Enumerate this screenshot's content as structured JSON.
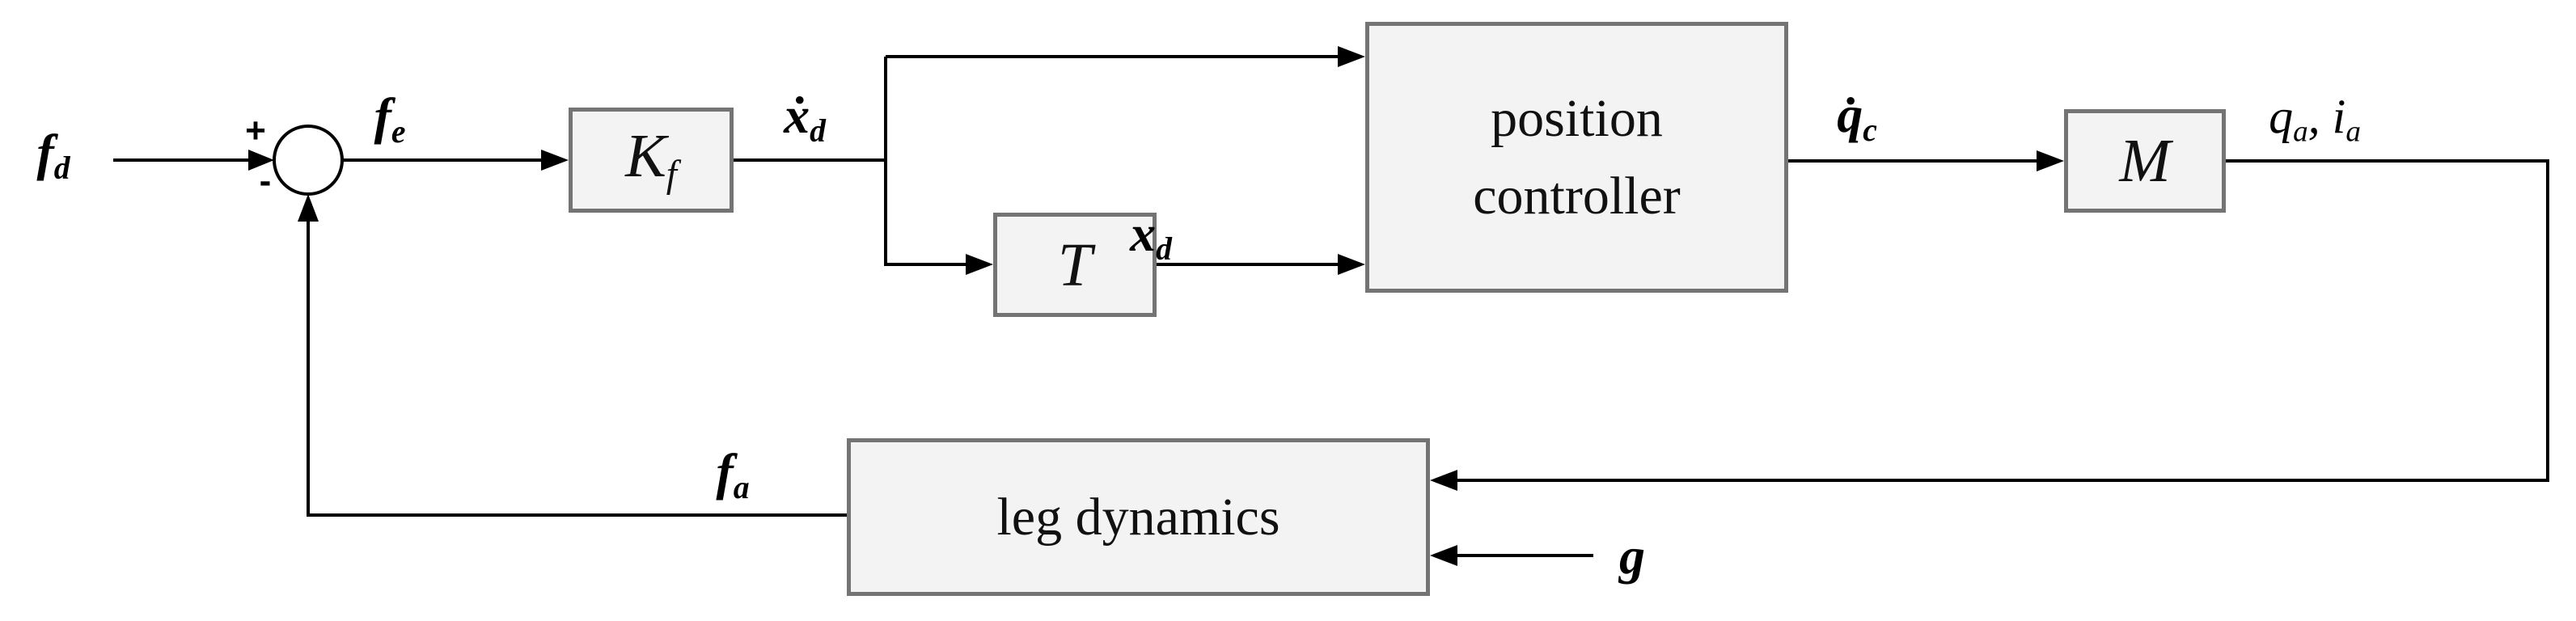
{
  "blocks": {
    "kf": {
      "main": "K",
      "sub": "f"
    },
    "t": {
      "main": "T"
    },
    "position_controller": {
      "label": "position controller"
    },
    "m": {
      "main": "M"
    },
    "leg_dynamics": {
      "label": "leg dynamics"
    }
  },
  "signals": {
    "fd": {
      "main": "f",
      "sub": "d"
    },
    "fe": {
      "main": "f",
      "sub": "e"
    },
    "xdot_d": {
      "main": "ẋ",
      "sub": "d"
    },
    "xd": {
      "main": "x",
      "sub": "d"
    },
    "qdot_c": {
      "main": "q̇",
      "sub": "c"
    },
    "qa_ia": {
      "main1": "q",
      "sub1": "a",
      "sep": ", ",
      "main2": "i",
      "sub2": "a"
    },
    "fa": {
      "main": "f",
      "sub": "a"
    },
    "g": {
      "main": "g"
    }
  },
  "junction": {
    "plus": "+",
    "minus": "-"
  },
  "colors": {
    "line": "#000000",
    "block_fill": "#f3f3f3",
    "block_border": "#747474",
    "text": "#111111"
  }
}
